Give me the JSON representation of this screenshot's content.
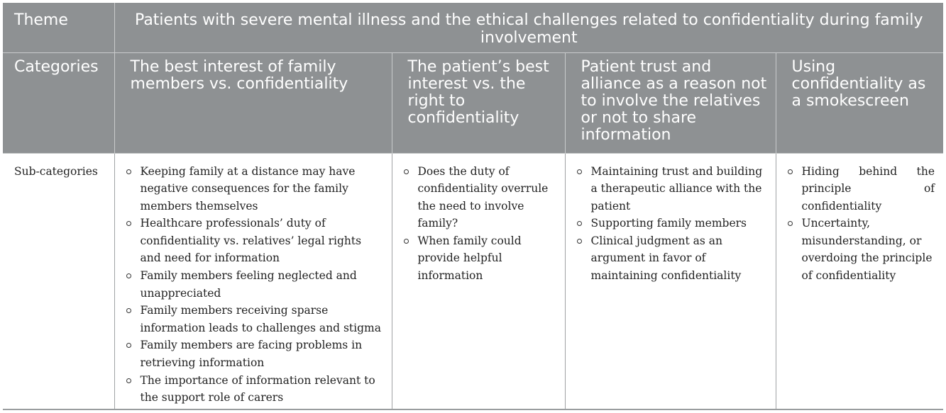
{
  "header": {
    "theme_label": "Theme",
    "theme_title": "Patients with severe mental illness and the ethical challenges related to confidentiality during family involvement"
  },
  "categories": {
    "label": "Categories",
    "items": [
      "The best interest of family members vs. confidentiality",
      "The patient’s best interest vs. the right to confidentiality",
      "Patient trust and alliance as a reason not to involve the relatives or not to share information",
      "Using confidentiality as a smokescreen"
    ]
  },
  "subcategories": {
    "label": "Sub-categories",
    "columns": [
      [
        "Keeping family at a distance may have negative consequences for the family members themselves",
        "Healthcare professionals’ duty of confidentiality vs. relatives’ legal rights and need for information",
        "Family members feeling neglected and unappreciated",
        "Family members receiving sparse information leads to challenges and stigma",
        "Family members are facing problems in retrieving information",
        "The importance of information relevant to the support role of carers"
      ],
      [
        "Does the duty of confidentiality overrule the need to involve family?",
        "When family could provide helpful information"
      ],
      [
        "Maintaining trust and building a therapeutic alliance with the patient",
        "Supporting family members",
        "Clinical judgment as an argument in favor of maintaining confidentiality"
      ],
      [
        "Hiding behind the principle of confidentiality",
        "Uncertainty, misunderstanding, or overdoing the principle of confidentiality"
      ]
    ]
  }
}
